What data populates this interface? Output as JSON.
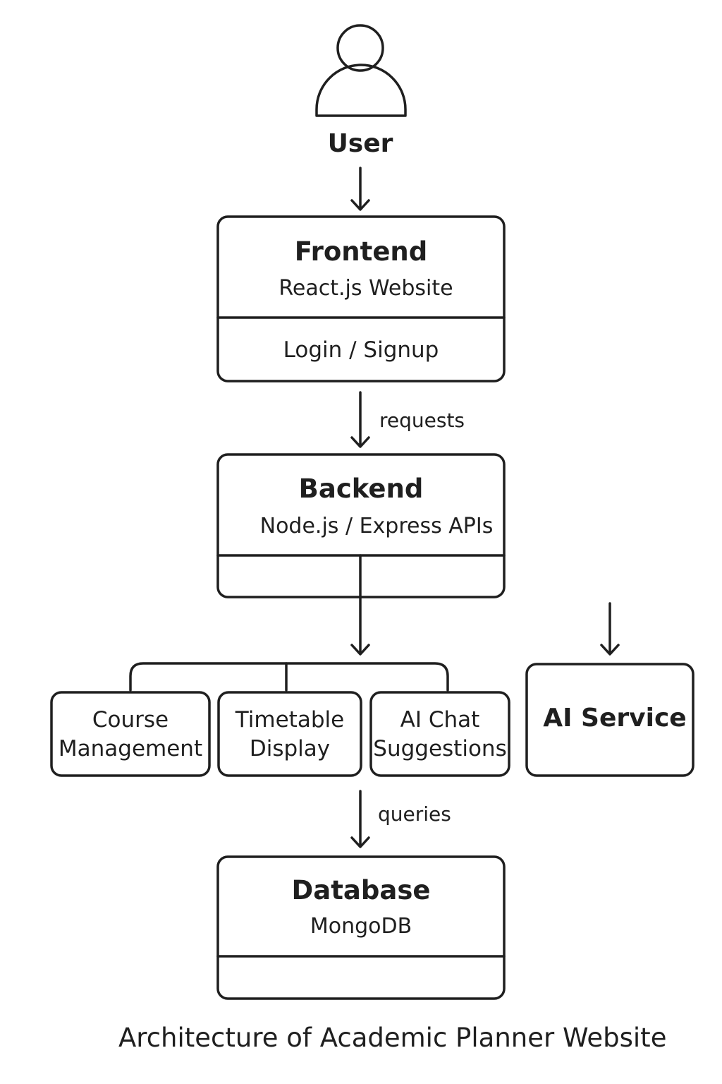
{
  "nodes": {
    "user": {
      "label": "User"
    },
    "frontend": {
      "title": "Frontend",
      "subtitle": "React.js Website",
      "section": "Login / Signup"
    },
    "backend": {
      "title": "Backend",
      "subtitle": "Node.js / Express APIs"
    },
    "modules": [
      {
        "label": "Course\nManagement"
      },
      {
        "label": "Timetable\nDisplay"
      },
      {
        "label": "AI Chat\nSuggestions"
      }
    ],
    "ai_service": {
      "label": "AI Service"
    },
    "database": {
      "title": "Database",
      "subtitle": "MongoDB"
    }
  },
  "edges": {
    "frontend_to_backend": "requests",
    "modules_to_database": "queries"
  },
  "caption": "Architecture of Academic Planner Website",
  "colors": {
    "stroke": "#1f1f1f",
    "background": "#ffffff"
  }
}
